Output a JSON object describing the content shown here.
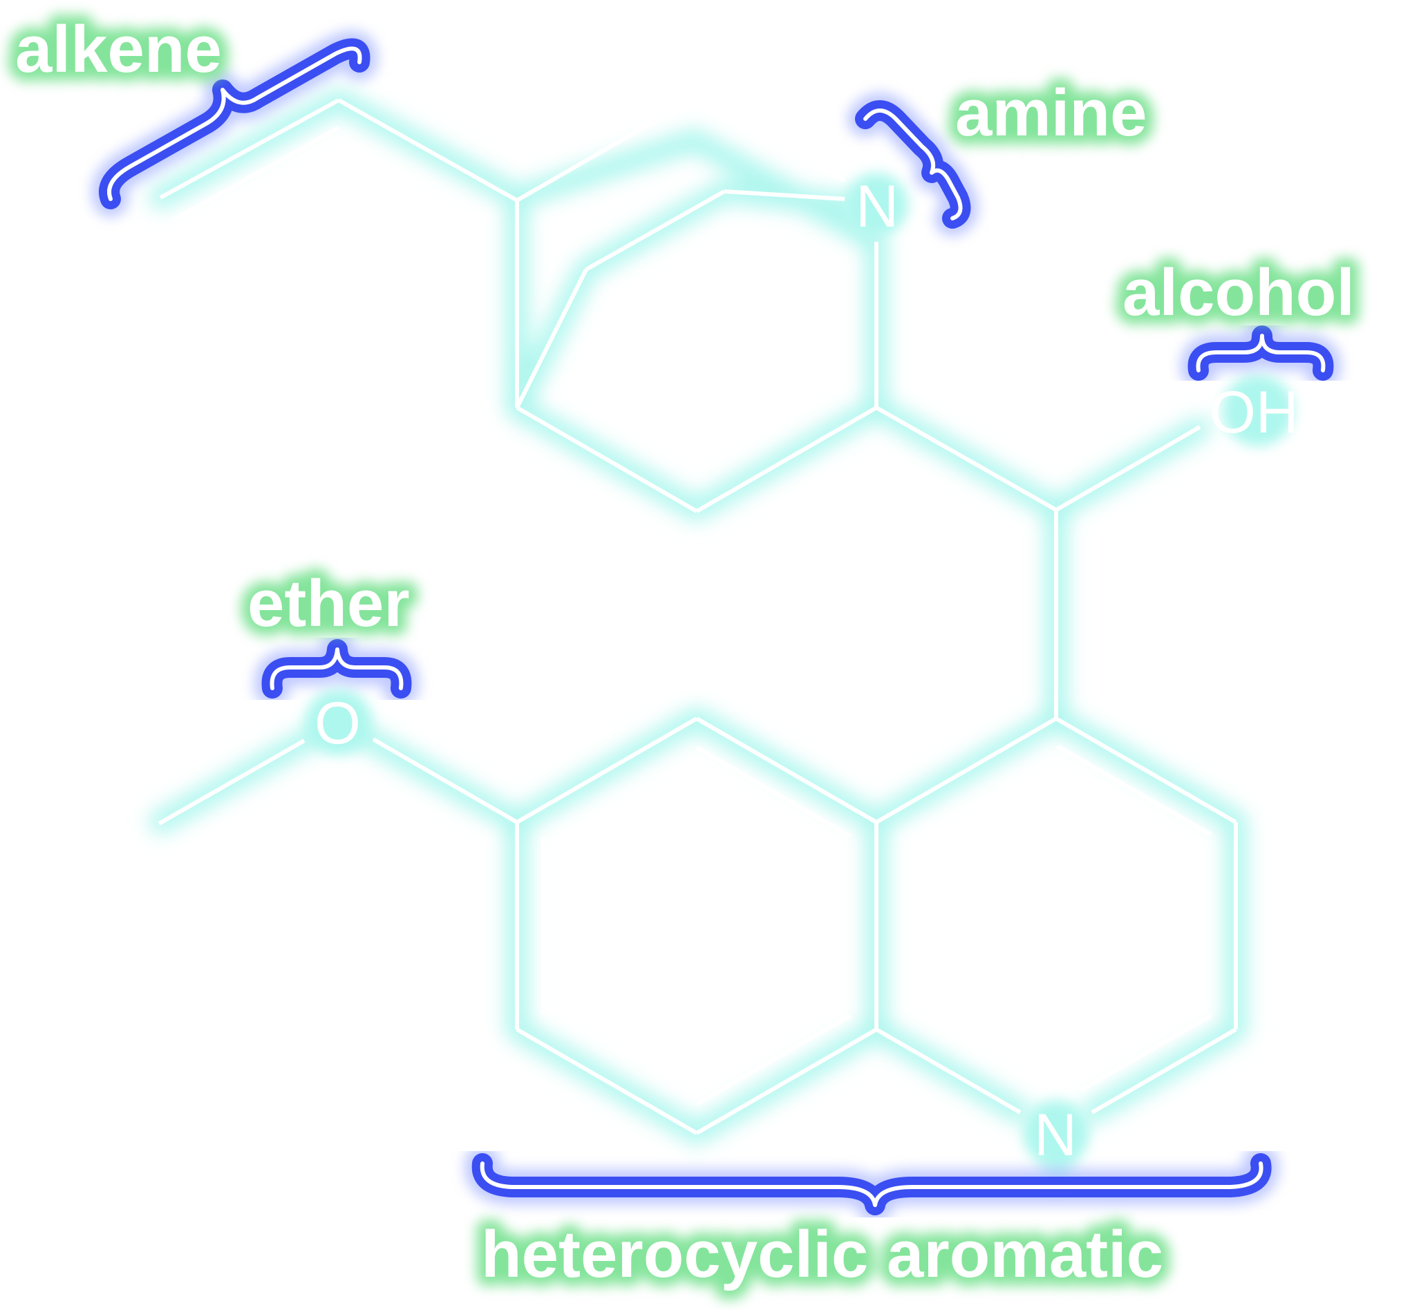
{
  "atoms": {
    "n_quinuclidine": "N",
    "oh": "OH",
    "o_ether": "O",
    "n_aromatic": "N"
  },
  "groups": {
    "alkene": "alkene",
    "amine": "amine",
    "alcohol": "alcohol",
    "ether": "ether",
    "heterocyclic_aromatic": "heterocyclic aromatic"
  },
  "colors": {
    "bond": "#ffffff",
    "bond_glow": "#aef7ee",
    "brace_glow": "#3b4ef2",
    "label_glow": "#6fe08a"
  }
}
